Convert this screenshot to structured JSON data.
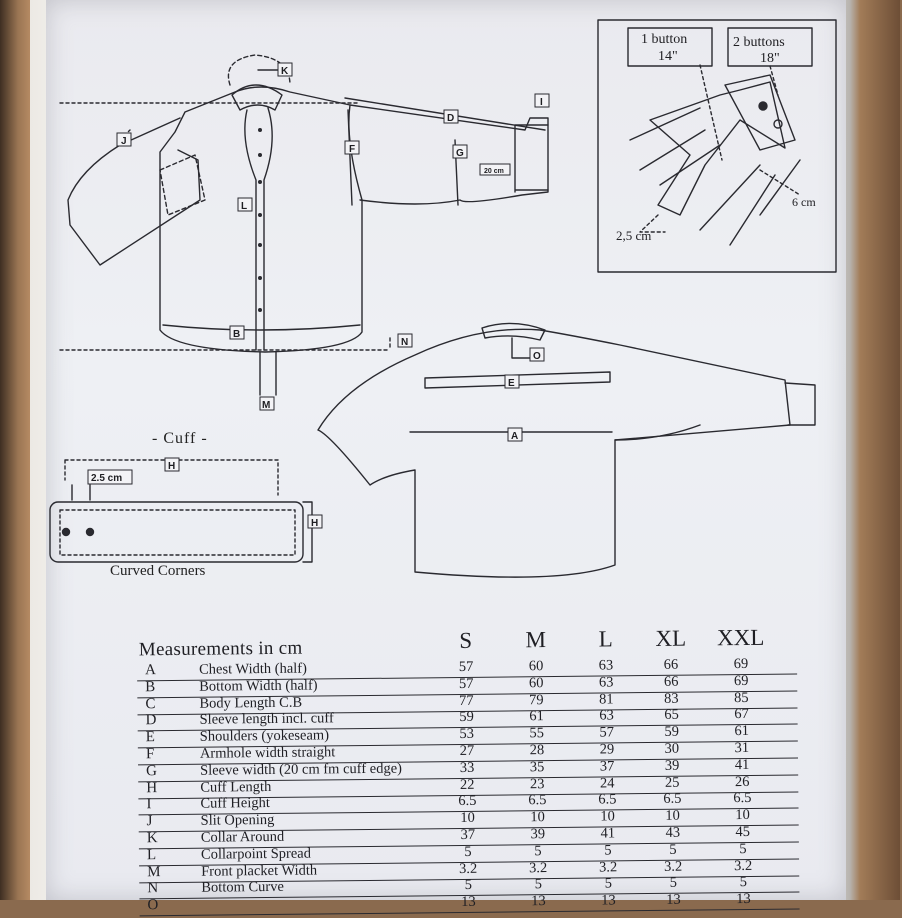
{
  "cuff": {
    "title": "- Cuff -",
    "width_label": "2.5 cm",
    "caption": "Curved Corners",
    "h_tag": "H",
    "h_tag_right": "H"
  },
  "inset": {
    "button1": "1 button",
    "button1_size": "14\"",
    "button2": "2 buttons",
    "button2_size": "18\"",
    "dim_left": "2,5 cm",
    "dim_right": "6 cm"
  },
  "front": {
    "tag_k": "K",
    "tag_j": "J",
    "tag_l": "L",
    "tag_b": "B",
    "tag_m": "M",
    "tag_n": "N",
    "tag_f": "F",
    "tag_g": "G",
    "tag_d": "D",
    "tag_i": "I",
    "sleeve_dim": "20 cm"
  },
  "back": {
    "tag_o": "O",
    "tag_e": "E",
    "tag_a": "A"
  },
  "table": {
    "title": "Measurements in cm",
    "sizes": [
      "S",
      "M",
      "L",
      "XL",
      "XXL"
    ],
    "rows": [
      {
        "letter": "A",
        "name": "Chest Width (half)",
        "values": [
          "57",
          "60",
          "63",
          "66",
          "69"
        ]
      },
      {
        "letter": "B",
        "name": "Bottom Width (half)",
        "values": [
          "57",
          "60",
          "63",
          "66",
          "69"
        ]
      },
      {
        "letter": "C",
        "name": "Body Length C.B",
        "values": [
          "77",
          "79",
          "81",
          "83",
          "85"
        ]
      },
      {
        "letter": "D",
        "name": "Sleeve length incl. cuff",
        "values": [
          "59",
          "61",
          "63",
          "65",
          "67"
        ]
      },
      {
        "letter": "E",
        "name": "Shoulders (yokeseam)",
        "values": [
          "53",
          "55",
          "57",
          "59",
          "61"
        ]
      },
      {
        "letter": "F",
        "name": "Armhole width straight",
        "values": [
          "27",
          "28",
          "29",
          "30",
          "31"
        ]
      },
      {
        "letter": "G",
        "name": "Sleeve width (20 cm fm cuff edge)",
        "values": [
          "33",
          "35",
          "37",
          "39",
          "41"
        ]
      },
      {
        "letter": "H",
        "name": "Cuff Length",
        "values": [
          "22",
          "23",
          "24",
          "25",
          "26"
        ]
      },
      {
        "letter": "I",
        "name": "Cuff Height",
        "values": [
          "6.5",
          "6.5",
          "6.5",
          "6.5",
          "6.5"
        ]
      },
      {
        "letter": "J",
        "name": "Slit Opening",
        "values": [
          "10",
          "10",
          "10",
          "10",
          "10"
        ]
      },
      {
        "letter": "K",
        "name": "Collar Around",
        "values": [
          "37",
          "39",
          "41",
          "43",
          "45"
        ]
      },
      {
        "letter": "L",
        "name": "Collarpoint Spread",
        "values": [
          "5",
          "5",
          "5",
          "5",
          "5"
        ]
      },
      {
        "letter": "M",
        "name": "Front placket Width",
        "values": [
          "3.2",
          "3.2",
          "3.2",
          "3.2",
          "3.2"
        ]
      },
      {
        "letter": "N",
        "name": "Bottom Curve",
        "values": [
          "5",
          "5",
          "5",
          "5",
          "5"
        ]
      },
      {
        "letter": "O",
        "name": "",
        "values": [
          "13",
          "13",
          "13",
          "13",
          "13"
        ]
      }
    ]
  }
}
